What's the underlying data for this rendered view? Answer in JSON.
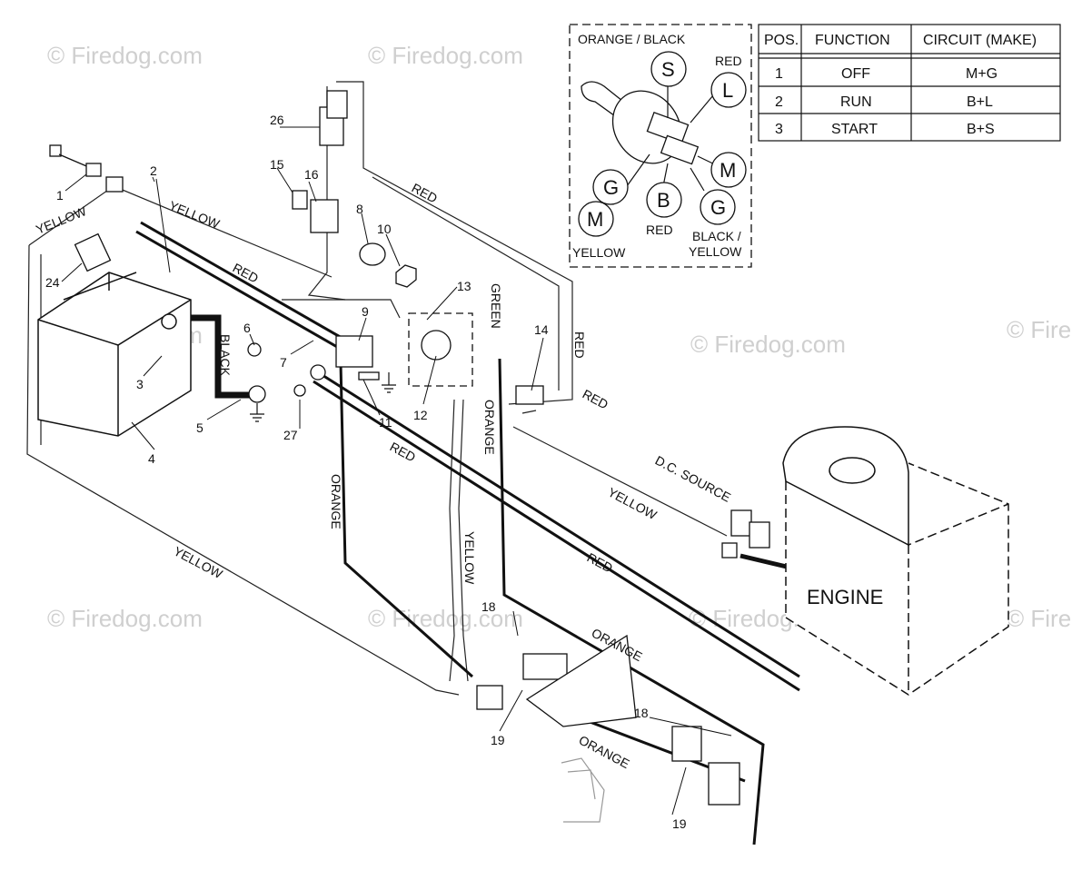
{
  "watermark": "© Firedog.com",
  "engine_label": "ENGINE",
  "dc_source_label": "D.C. SOURCE",
  "wire_labels": {
    "yellow": "YELLOW",
    "red": "RED",
    "black": "BLACK",
    "orange": "ORANGE",
    "green": "GREEN"
  },
  "callouts": [
    "1",
    "2",
    "3",
    "4",
    "5",
    "6",
    "7",
    "8",
    "9",
    "10",
    "11",
    "12",
    "13",
    "14",
    "15",
    "16",
    "18",
    "19",
    "24",
    "26",
    "27"
  ],
  "switch_inset": {
    "terminals": {
      "S": "S",
      "L": "L",
      "M": "M",
      "G": "G",
      "B": "B"
    },
    "wire_labels": {
      "orange_black": "ORANGE / BLACK",
      "red_top": "RED",
      "red_bottom": "RED",
      "yellow": "YELLOW",
      "black_yellow_1": "BLACK /",
      "black_yellow_2": "YELLOW"
    }
  },
  "switch_table": {
    "headers": [
      "POS.",
      "FUNCTION",
      "CIRCUIT  (MAKE)"
    ],
    "rows": [
      [
        "1",
        "OFF",
        "M+G"
      ],
      [
        "2",
        "RUN",
        "B+L"
      ],
      [
        "3",
        "START",
        "B+S"
      ]
    ]
  }
}
